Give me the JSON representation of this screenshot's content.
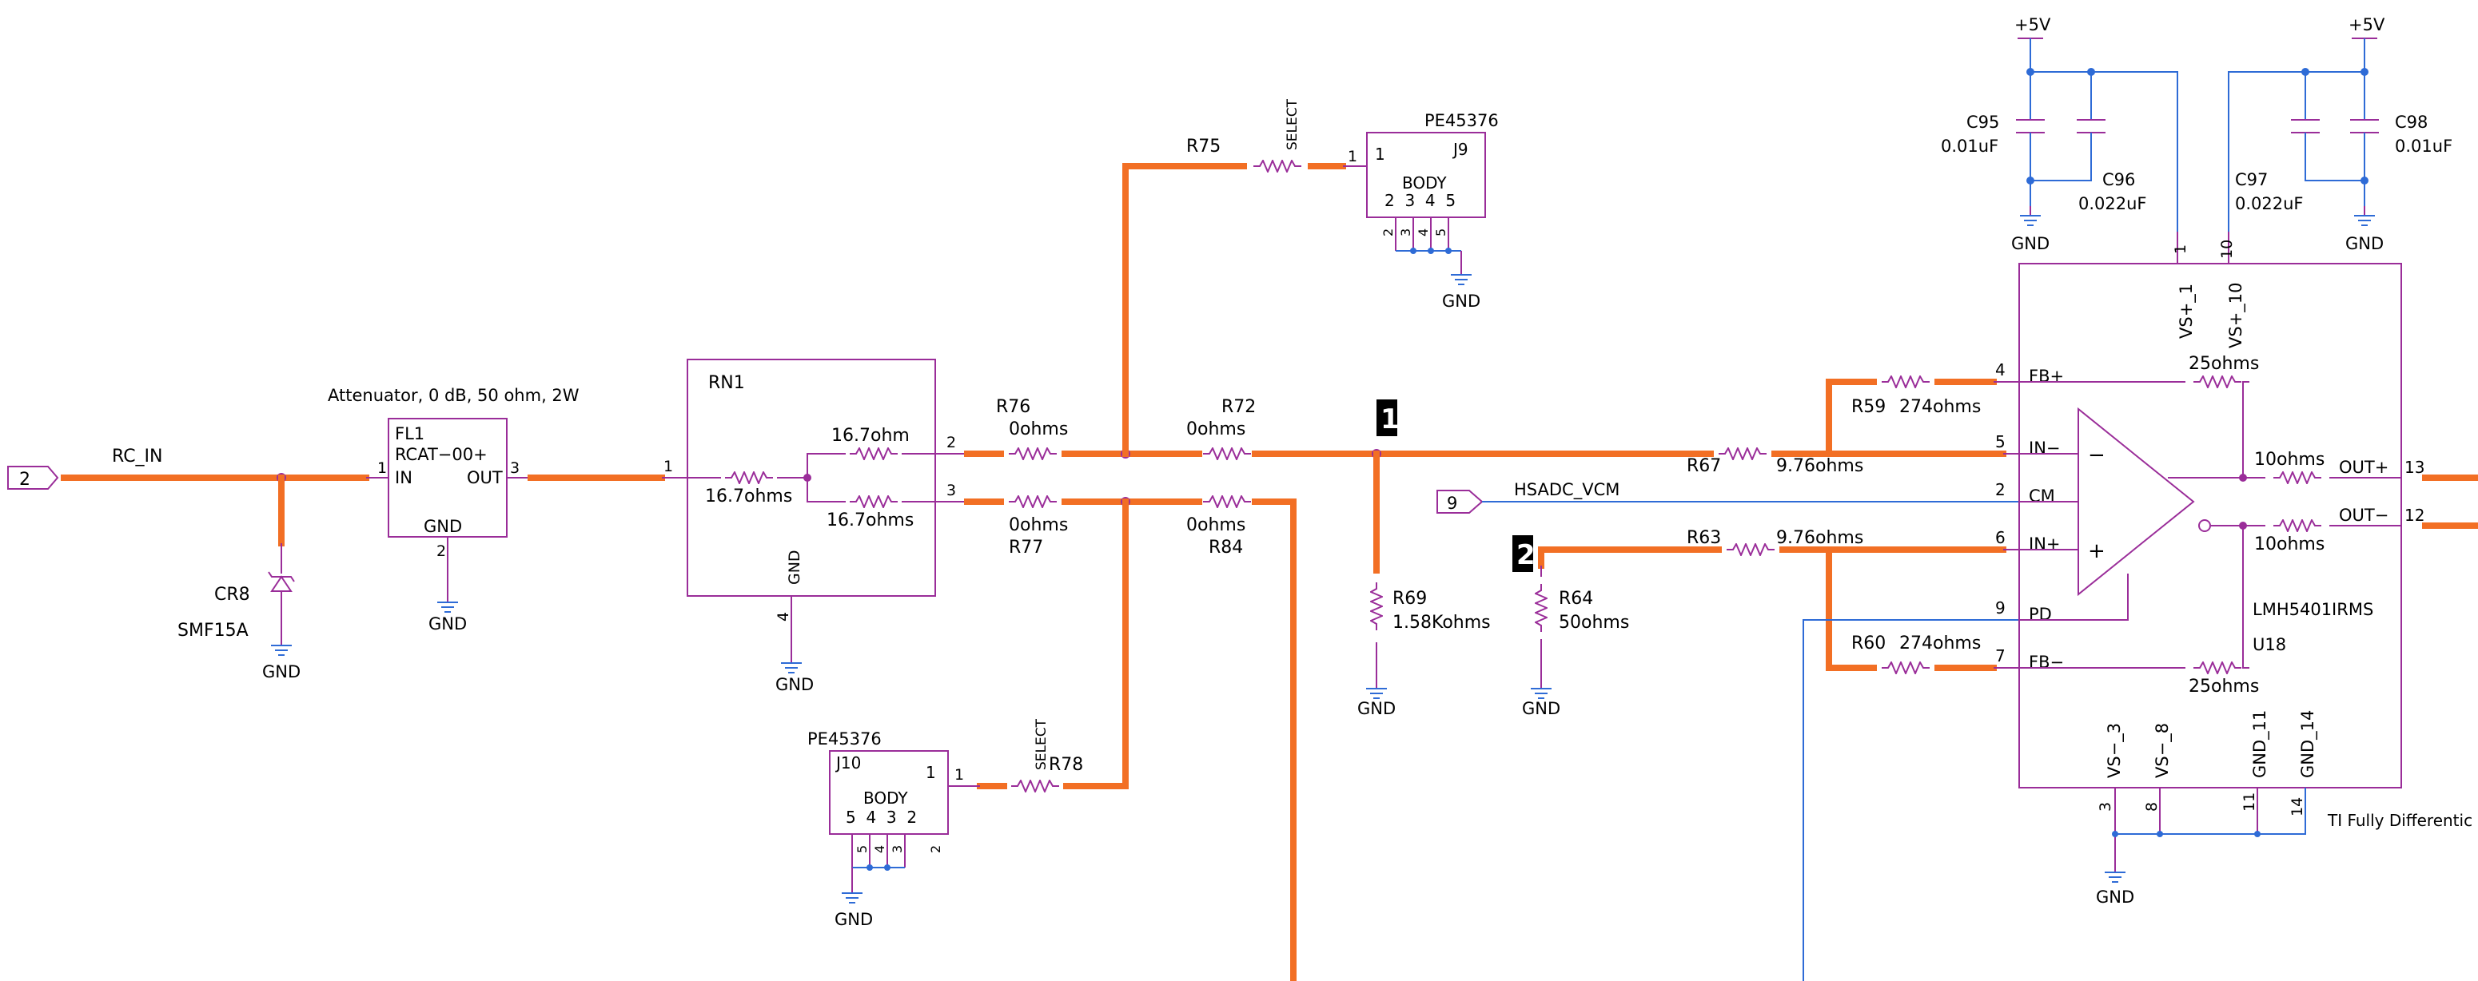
{
  "colors": {
    "signal_net": "#f26f24",
    "wire": "#2e6bd6",
    "component": "#9a2d99",
    "marker_bg": "#000000"
  },
  "markers": {
    "m1": "1",
    "m2": "2"
  },
  "ports": {
    "rc_in": "2",
    "hsadc": "9"
  },
  "nets": {
    "rc_in": "RC_IN",
    "hsadc_vcm": "HSADC_VCM"
  },
  "gnd": "GND",
  "supply": "+5V",
  "select": "SELECT",
  "fl1": {
    "note": "Attenuator, 0 dB, 50 ohm, 2W",
    "ref": "FL1",
    "part": "RCAT−00+",
    "in": "IN",
    "out": "OUT",
    "gnd": "GND",
    "p1": "1",
    "p2": "2",
    "p3": "3"
  },
  "cr8": {
    "ref": "CR8",
    "part": "SMF15A"
  },
  "rn1": {
    "ref": "RN1",
    "r1": "16.7ohm",
    "r2": "16.7ohms",
    "r3": "16.7ohms",
    "gnd": "GND",
    "p1": "1",
    "p2": "2",
    "p3": "3",
    "p4": "4"
  },
  "resistors": {
    "r76": {
      "ref": "R76",
      "val": "0ohms"
    },
    "r77": {
      "ref": "R77",
      "val": "0ohms"
    },
    "r72": {
      "ref": "R72",
      "val": "0ohms"
    },
    "r84": {
      "ref": "R84",
      "val": "0ohms"
    },
    "r75": {
      "ref": "R75"
    },
    "r78": {
      "ref": "R78"
    },
    "r69": {
      "ref": "R69",
      "val": "1.58Kohms"
    },
    "r67": {
      "ref": "R67",
      "val": "9.76ohms"
    },
    "r63": {
      "ref": "R63",
      "val": "9.76ohms"
    },
    "r64": {
      "ref": "R64",
      "val": "50ohms"
    },
    "r59": {
      "ref": "R59",
      "val": "274ohms"
    },
    "r60": {
      "ref": "R60",
      "val": "274ohms"
    },
    "rf_top": {
      "val": "25ohms"
    },
    "rf_bot": {
      "val": "25ohms"
    },
    "ro_p": {
      "val": "10ohms"
    },
    "ro_n": {
      "val": "10ohms"
    }
  },
  "j9": {
    "part": "PE45376",
    "ref": "J9",
    "body": "BODY",
    "pins": "2  3  4  5",
    "p1": "1",
    "p1b": "1",
    "sp2": "2",
    "sp3": "3",
    "sp4": "4",
    "sp5": "5"
  },
  "j10": {
    "part": "PE45376",
    "ref": "J10",
    "body": "BODY",
    "pins": "5  4  3  2",
    "p1": "1",
    "p1b": "1",
    "sp5": "5",
    "sp4": "4",
    "sp3": "3",
    "sp2": "2"
  },
  "caps": {
    "c95": {
      "ref": "C95",
      "val": "0.01uF"
    },
    "c96": {
      "ref": "C96",
      "val": "0.022uF"
    },
    "c97": {
      "ref": "C97",
      "val": "0.022uF"
    },
    "c98": {
      "ref": "C98",
      "val": "0.01uF"
    }
  },
  "u18": {
    "ref": "U18",
    "part": "LMH5401IRMS",
    "note": "TI Fully Differentic",
    "fbp": "FB+",
    "inm": "IN−",
    "cm": "CM",
    "inp": "IN+",
    "pd": "PD",
    "fbm": "FB−",
    "outp": "OUT+",
    "outm": "OUT−",
    "vs1": "VS+_1",
    "vs10": "VS+_10",
    "vsm3": "VS−_3",
    "vsm8": "VS−_8",
    "g11": "GND_11",
    "g14": "GND_14",
    "minus": "−",
    "plus": "+",
    "n4": "4",
    "n5": "5",
    "n2": "2",
    "n6": "6",
    "n9": "9",
    "n7": "7",
    "n13": "13",
    "n12": "12",
    "n1": "1",
    "n10": "10",
    "n3": "3",
    "n8": "8",
    "n11": "11",
    "n14": "14"
  }
}
